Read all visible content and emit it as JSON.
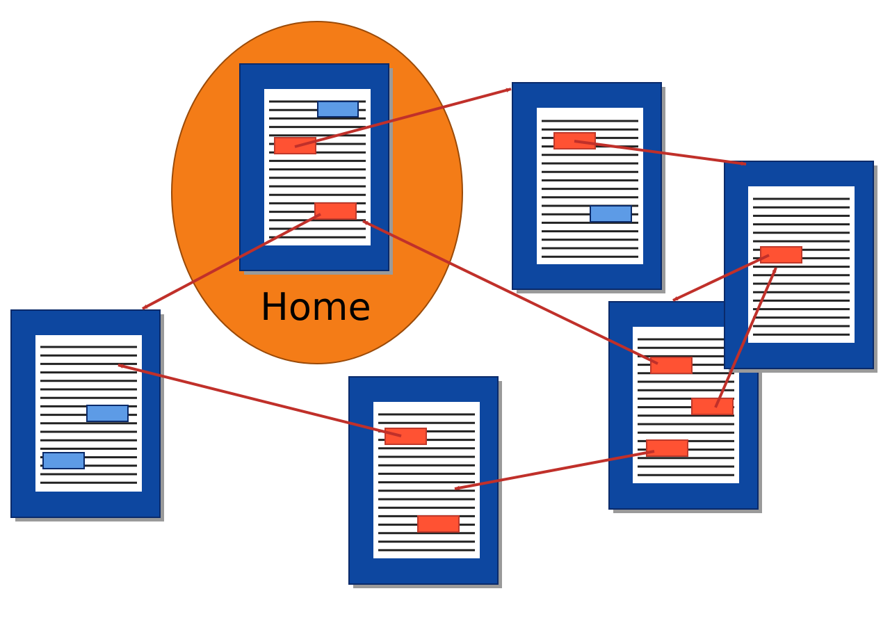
{
  "diagram": {
    "home_label": "Home",
    "colors": {
      "background": "#ffffff",
      "home_highlight": "#f47c17",
      "home_highlight_stroke": "#9a4a08",
      "page_frame": "#0d47a0",
      "page_frame_stroke": "#0a2a6a",
      "page_paper": "#ffffff",
      "text_line": "#222222",
      "shadow": "#9a9a9a",
      "link_box": "#ff5233",
      "link_box_stroke": "#c0392b",
      "plain_box": "#5d9be6",
      "plain_box_stroke": "#0a2a6a",
      "arrow": "#c0302a"
    },
    "icons": {
      "page": "document-page-icon",
      "link": "hyperlink-box",
      "arrow": "link-arrow"
    }
  }
}
